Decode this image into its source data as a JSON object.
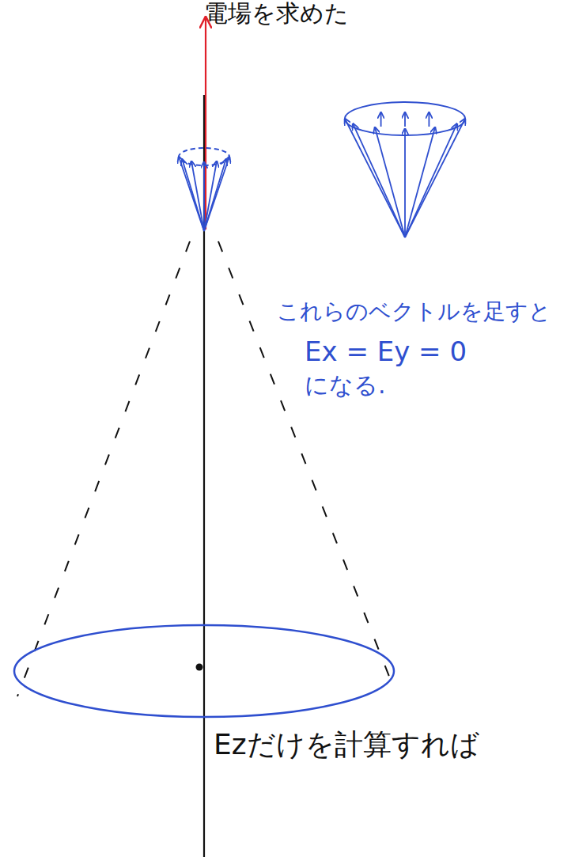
{
  "diagram": {
    "labels": [
      "電場を求めた",
      "これらのベクトルを足すと",
      "Ex = Ey = 0",
      "になる.",
      "Ezだけを計算すれば"
    ]
  }
}
